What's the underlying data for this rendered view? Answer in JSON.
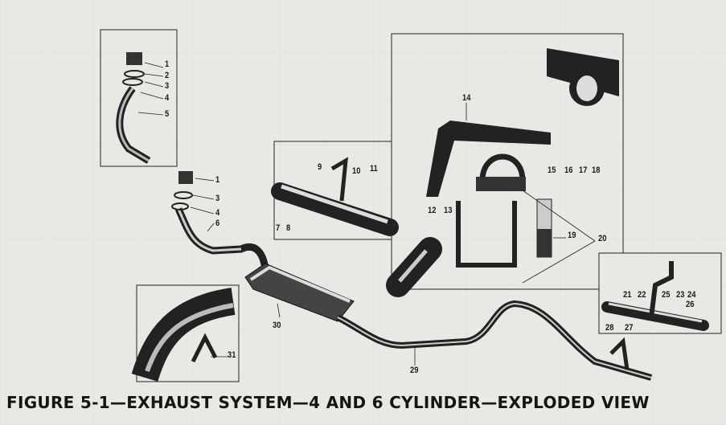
{
  "figure": {
    "caption": "FIGURE 5-1—EXHAUST SYSTEM—4 AND 6 CYLINDER—EXPLODED VIEW",
    "callouts": {
      "inset_manifold": [
        "1",
        "2",
        "3",
        "4",
        "5"
      ],
      "main_flange": [
        "1",
        "3",
        "4",
        "6"
      ],
      "inset_hanger": [
        "9",
        "10",
        "11",
        "7",
        "8"
      ],
      "inset_bracket": [
        "14",
        "12",
        "13",
        "15",
        "16",
        "17",
        "18",
        "19",
        "20"
      ],
      "inset_tail_clamp": [
        "21",
        "22",
        "25",
        "23",
        "24",
        "26",
        "28",
        "27"
      ],
      "inset_clamp": [
        "31"
      ],
      "muffler": "30",
      "tailpipe": "29"
    }
  }
}
